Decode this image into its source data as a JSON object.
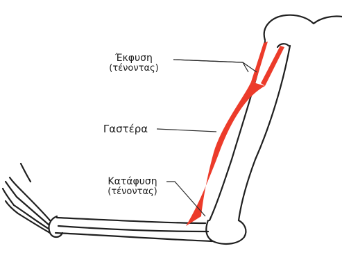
{
  "labels": {
    "origin": {
      "title": "Έκφυση",
      "subtitle": "(τένοντας)"
    },
    "belly": {
      "title": "Γαστέρα"
    },
    "insertion": {
      "title": "Κατάφυση",
      "subtitle": "(τένοντας)"
    }
  },
  "colors": {
    "muscle": "#ec3b2a",
    "outline": "#1f1f1f",
    "leader": "#2a2a2a",
    "background": "#ffffff"
  }
}
